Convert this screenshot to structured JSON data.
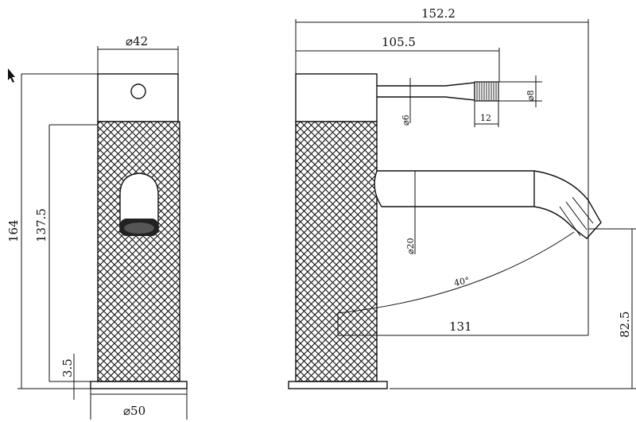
{
  "dimensions": {
    "front_top_diameter": "⌀42",
    "front_base_diameter": "⌀50",
    "total_height": "164",
    "body_height": "137.5",
    "base_height": "3.5",
    "overall_depth": "152.2",
    "lever_length": "105.5",
    "lever_diameter": "⌀6",
    "knurl_diameter": "⌀8",
    "knurl_length": "12",
    "spout_diameter": "⌀20",
    "spout_angle": "40°",
    "spout_reach": "131",
    "spout_height": "82.5"
  },
  "colors": {
    "line": "#111111",
    "background": "#ffffff"
  }
}
